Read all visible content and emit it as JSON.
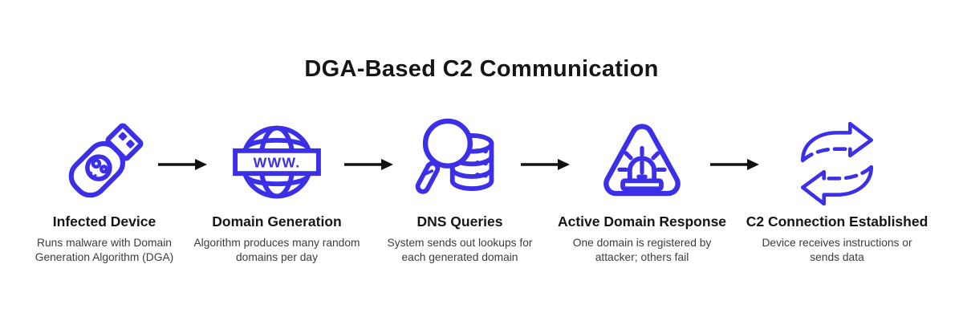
{
  "title": "DGA-Based C2 Communication",
  "accent_color": "#3B2FE8",
  "arrow_color": "#111111",
  "globe_banner_text": "WWW.",
  "steps": [
    {
      "icon": "usb-malware-icon",
      "label": "Infected Device",
      "description": "Runs malware with Domain Generation Algorithm (DGA)"
    },
    {
      "icon": "globe-www-icon",
      "label": "Domain Generation",
      "description": "Algorithm produces many random domains per day"
    },
    {
      "icon": "magnifier-database-icon",
      "label": "DNS Queries",
      "description": "System sends out lookups for each generated domain"
    },
    {
      "icon": "siren-alert-icon",
      "label": "Active Domain Response",
      "description": "One domain is registered by attacker; others fail"
    },
    {
      "icon": "sync-arrows-icon",
      "label": "C2 Connection Established",
      "description": "Device receives instructions or sends data"
    }
  ]
}
